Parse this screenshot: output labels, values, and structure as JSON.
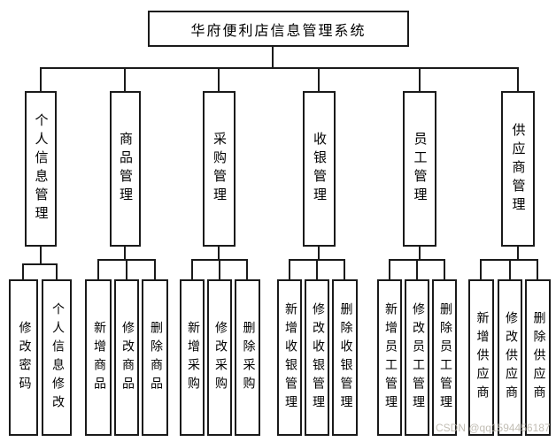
{
  "diagram": {
    "title": "华府便利店信息管理系统",
    "branches": [
      {
        "label": "个人信息管理",
        "children": [
          "修改密码",
          "个人信息修改"
        ]
      },
      {
        "label": "商品管理",
        "children": [
          "新增商品",
          "修改商品",
          "删除商品"
        ]
      },
      {
        "label": "采购管理",
        "children": [
          "新增采购",
          "修改采购",
          "删除采购"
        ]
      },
      {
        "label": "收银管理",
        "children": [
          "新增收银管理",
          "修改收银管理",
          "删除收银管理"
        ]
      },
      {
        "label": "员工管理",
        "children": [
          "新增员工管理",
          "修改员工管理",
          "删除员工管理"
        ]
      },
      {
        "label": "供应商管理",
        "children": [
          "新增供应商",
          "修改供应商",
          "删除供应商"
        ]
      }
    ],
    "watermark": "CSDN @qq1594456187",
    "colors": {
      "line": "#1a1a1a",
      "text": "#000000",
      "background": "#ffffff",
      "watermark": "#b8b3a8"
    }
  }
}
